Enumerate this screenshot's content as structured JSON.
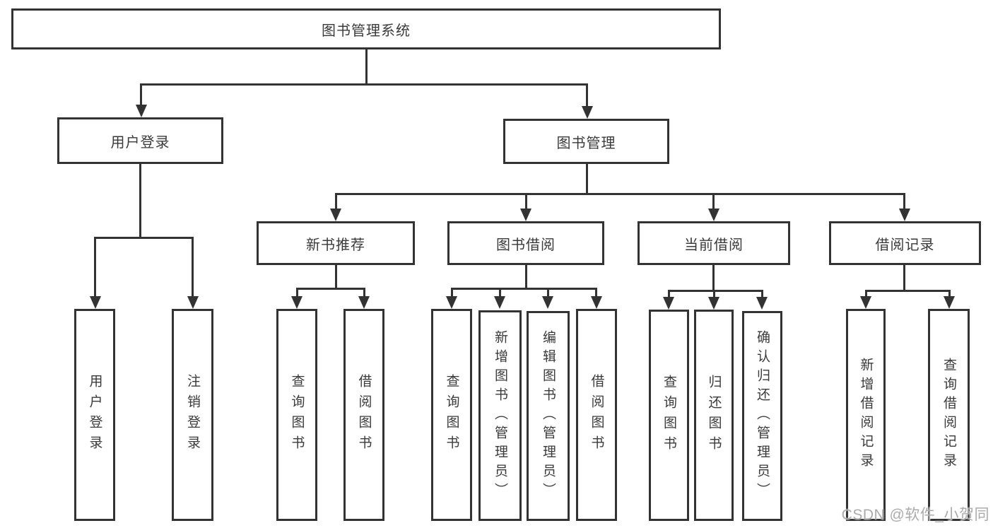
{
  "root": {
    "label": "图书管理系统"
  },
  "branches": {
    "user_login": {
      "label": "用户登录",
      "children": [
        "用户登录",
        "注销登录"
      ]
    },
    "book_mgmt": {
      "label": "图书管理",
      "sections": [
        {
          "label": "新书推荐",
          "children": [
            "查询图书",
            "借阅图书"
          ]
        },
        {
          "label": "图书借阅",
          "children": [
            "查询图书",
            "新增图书（管理员）",
            "编辑图书（管理员）",
            "借阅图书"
          ]
        },
        {
          "label": "当前借阅",
          "children": [
            "查询图书",
            "归还图书",
            "确认归还（管理员）"
          ]
        },
        {
          "label": "借阅记录",
          "children": [
            "新增借阅记录",
            "查询借阅记录"
          ]
        }
      ]
    }
  },
  "watermark": "CSDN @软件_小贺同学",
  "colors": {
    "line": "#333333",
    "text": "#3a3a3a",
    "background": "#ffffff",
    "watermark": "#ababab"
  }
}
